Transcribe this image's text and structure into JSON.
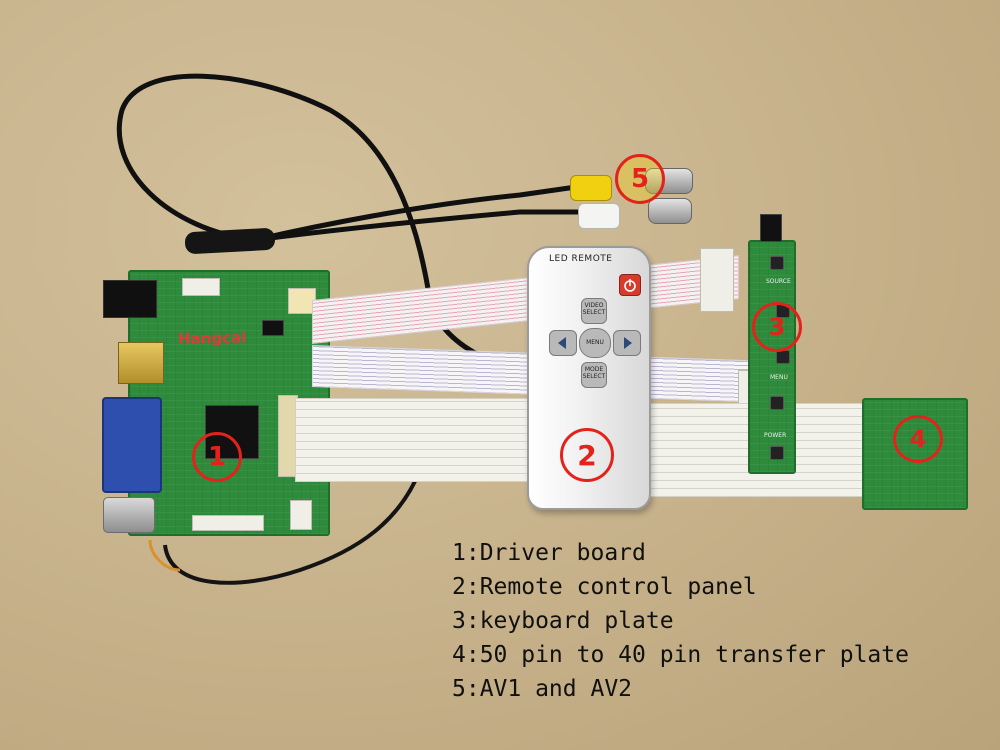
{
  "photo": {
    "subject": "product-photo-driver-kit",
    "colors": {
      "background": "#c9b58f",
      "pcb": "#2e8b3c",
      "marker": "#e3231b"
    }
  },
  "brand_watermark": "Hangcai",
  "remote": {
    "top_label": "LED REMOTE",
    "up_label": "VIDEO SELECT",
    "center_label": "MENU",
    "down_label": "MODE SELECT"
  },
  "keyboard": {
    "source_label": "SOURCE",
    "menu_label": "MENU",
    "power_label": "POWER"
  },
  "markers": [
    "1",
    "2",
    "3",
    "4",
    "5"
  ],
  "legend": [
    "1:Driver board",
    "2:Remote control panel",
    "3:keyboard plate",
    "4:50 pin to 40 pin transfer plate",
    "5:AV1 and AV2"
  ]
}
